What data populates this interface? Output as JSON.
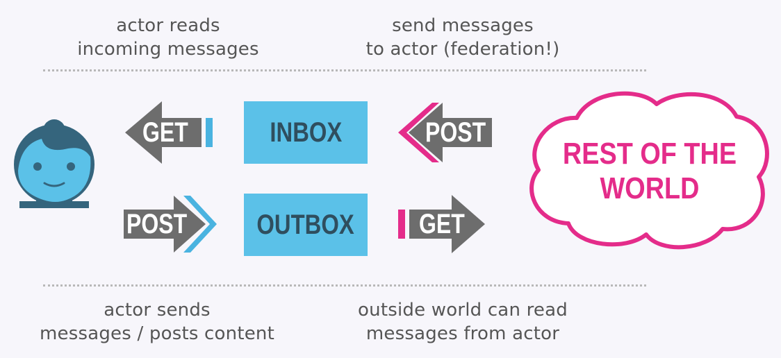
{
  "captions": {
    "top_left": [
      "actor reads",
      "incoming messages"
    ],
    "top_right": [
      "send messages",
      "to actor (federation!)"
    ],
    "bottom_left": [
      "actor sends",
      "messages / posts content"
    ],
    "bottom_right": [
      "outside world can read",
      "messages from actor"
    ]
  },
  "boxes": {
    "inbox": "INBOX",
    "outbox": "OUTBOX"
  },
  "arrows": {
    "inbox_get": "GET",
    "inbox_post": "POST",
    "outbox_post": "POST",
    "outbox_get": "GET"
  },
  "cloud": {
    "lines": [
      "REST OF THE",
      "WORLD"
    ]
  },
  "icons": {
    "actor": "actor-avatar-icon",
    "cloud": "cloud-icon"
  },
  "colors": {
    "box": "#5bc1e8",
    "arrow": "#6d6d6d",
    "accent_pink": "#e42c8a",
    "accent_blue": "#4ab3e0",
    "caption_text": "#555555"
  }
}
